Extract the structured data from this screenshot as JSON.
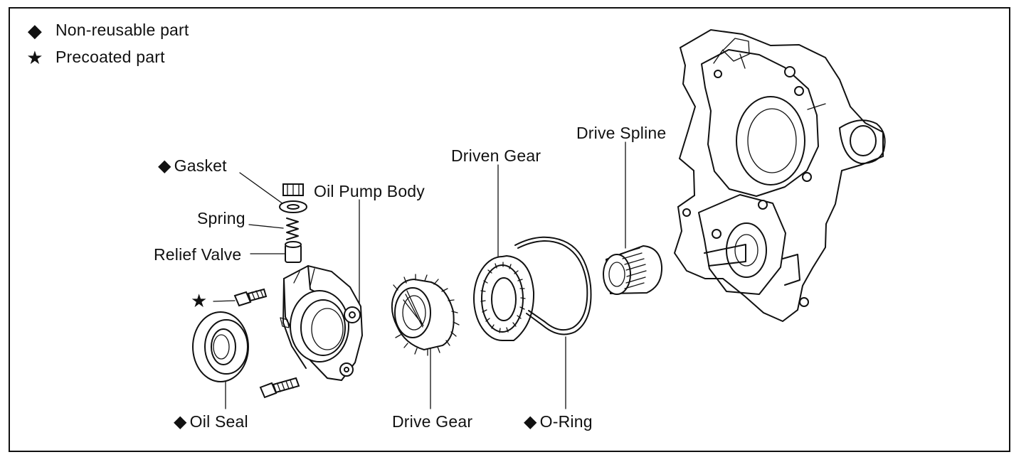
{
  "legend": {
    "non_reusable": {
      "mark": "◆",
      "text": "Non-reusable part"
    },
    "precoated": {
      "mark": "★",
      "text": "Precoated part"
    }
  },
  "labels": {
    "gasket": "Gasket",
    "spring": "Spring",
    "relief_valve": "Relief Valve",
    "oil_pump_body": "Oil Pump Body",
    "driven_gear": "Driven Gear",
    "drive_spline": "Drive Spline",
    "oil_seal": "Oil Seal",
    "drive_gear": "Drive Gear",
    "o_ring": "O-Ring"
  },
  "marks": {
    "diamond": "◆",
    "star": "★"
  },
  "colors": {
    "line": "#111111",
    "background": "#ffffff"
  }
}
